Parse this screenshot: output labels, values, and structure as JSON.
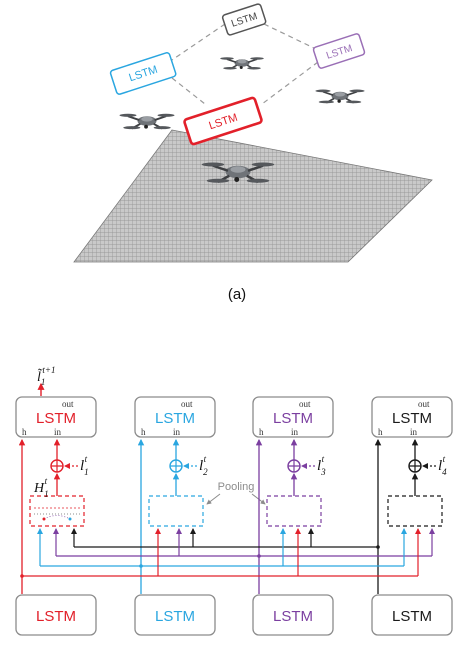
{
  "colors": {
    "red": "#e2202a",
    "blue": "#2aa6e0",
    "purple": "#7b3fa0",
    "black": "#1a1a1a",
    "gray": "#8c8c8c"
  },
  "top": {
    "caption": "(a)",
    "labels": {
      "lstm_top": "LSTM",
      "lstm_left": "LSTM",
      "lstm_right": "LSTM",
      "lstm_front": "LSTM"
    }
  },
  "bottom": {
    "output_var": "l̃",
    "output_sub": "1",
    "output_sup": "t+1",
    "pooling": "Pooling",
    "hidden_var": "H",
    "hidden_sub": "1",
    "hidden_sup": "t",
    "upper": [
      {
        "label": "LSTM",
        "out": "out",
        "h": "h",
        "in": "in",
        "var": "l",
        "sub": "1",
        "sup": "t"
      },
      {
        "label": "LSTM",
        "out": "out",
        "h": "h",
        "in": "in",
        "var": "l",
        "sub": "2",
        "sup": "t"
      },
      {
        "label": "LSTM",
        "out": "out",
        "h": "h",
        "in": "in",
        "var": "l",
        "sub": "3",
        "sup": "t"
      },
      {
        "label": "LSTM",
        "out": "out",
        "h": "h",
        "in": "in",
        "var": "l",
        "sub": "4",
        "sup": "t"
      }
    ],
    "lower": [
      {
        "label": "LSTM"
      },
      {
        "label": "LSTM"
      },
      {
        "label": "LSTM"
      },
      {
        "label": "LSTM"
      }
    ]
  }
}
